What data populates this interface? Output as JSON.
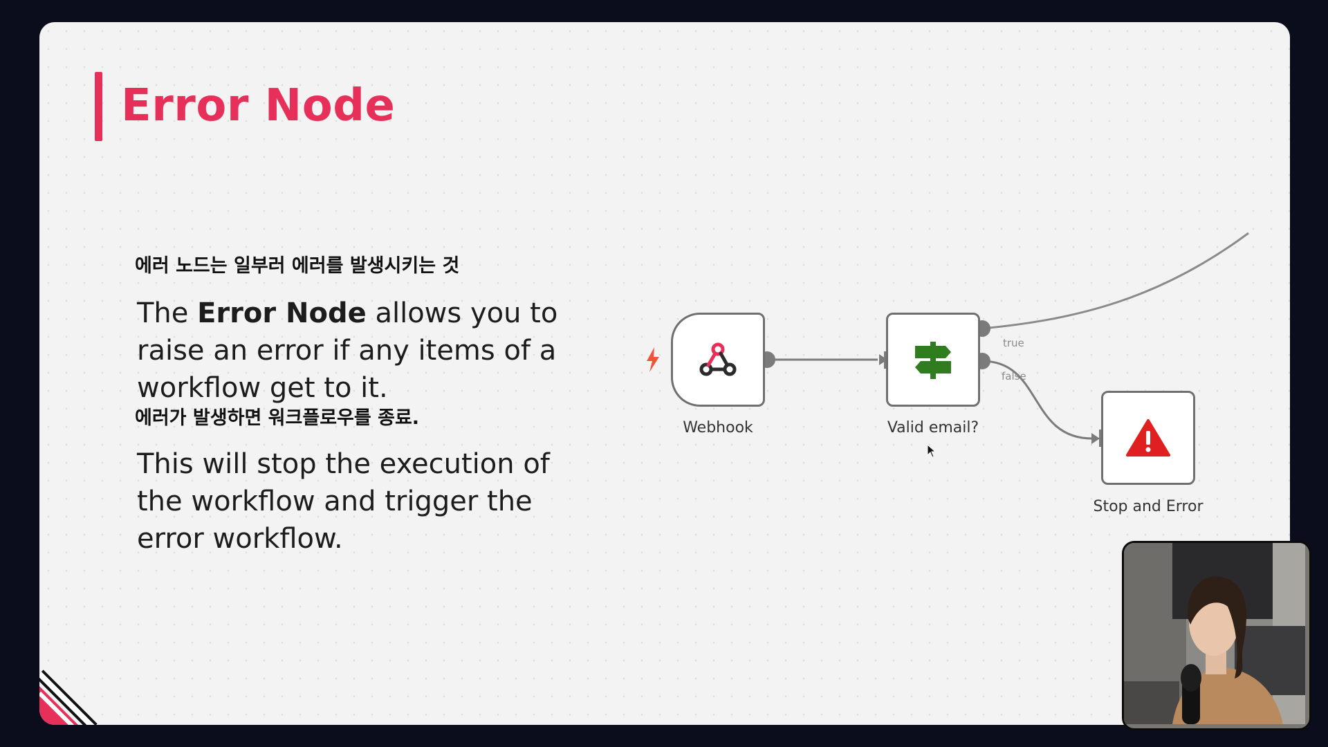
{
  "slide": {
    "title": "Error Node",
    "subtitle_kr_1": "에러 노드는 일부러 에러를 발생시키는 것",
    "body_1_pre": "The ",
    "body_1_bold": "Error Node",
    "body_1_post": " allows you to raise an error if any items of a workflow get to it.",
    "subtitle_kr_2": "에러가 발생하면 워크플로우를 종료.",
    "body_2": "This will stop the execution of the workflow and trigger the error workflow."
  },
  "workflow": {
    "nodes": [
      {
        "label": "Webhook",
        "icon": "webhook-icon"
      },
      {
        "label": "Valid email?",
        "icon": "signpost-icon"
      },
      {
        "label": "Stop and Error",
        "icon": "warning-icon"
      }
    ],
    "branches": {
      "true_label": "true",
      "false_label": "false"
    }
  },
  "colors": {
    "accent": "#e6305a",
    "background": "#0b0d1c",
    "if_green": "#2f7d1e",
    "error_red": "#e02020",
    "trigger_orange": "#f0553b"
  }
}
